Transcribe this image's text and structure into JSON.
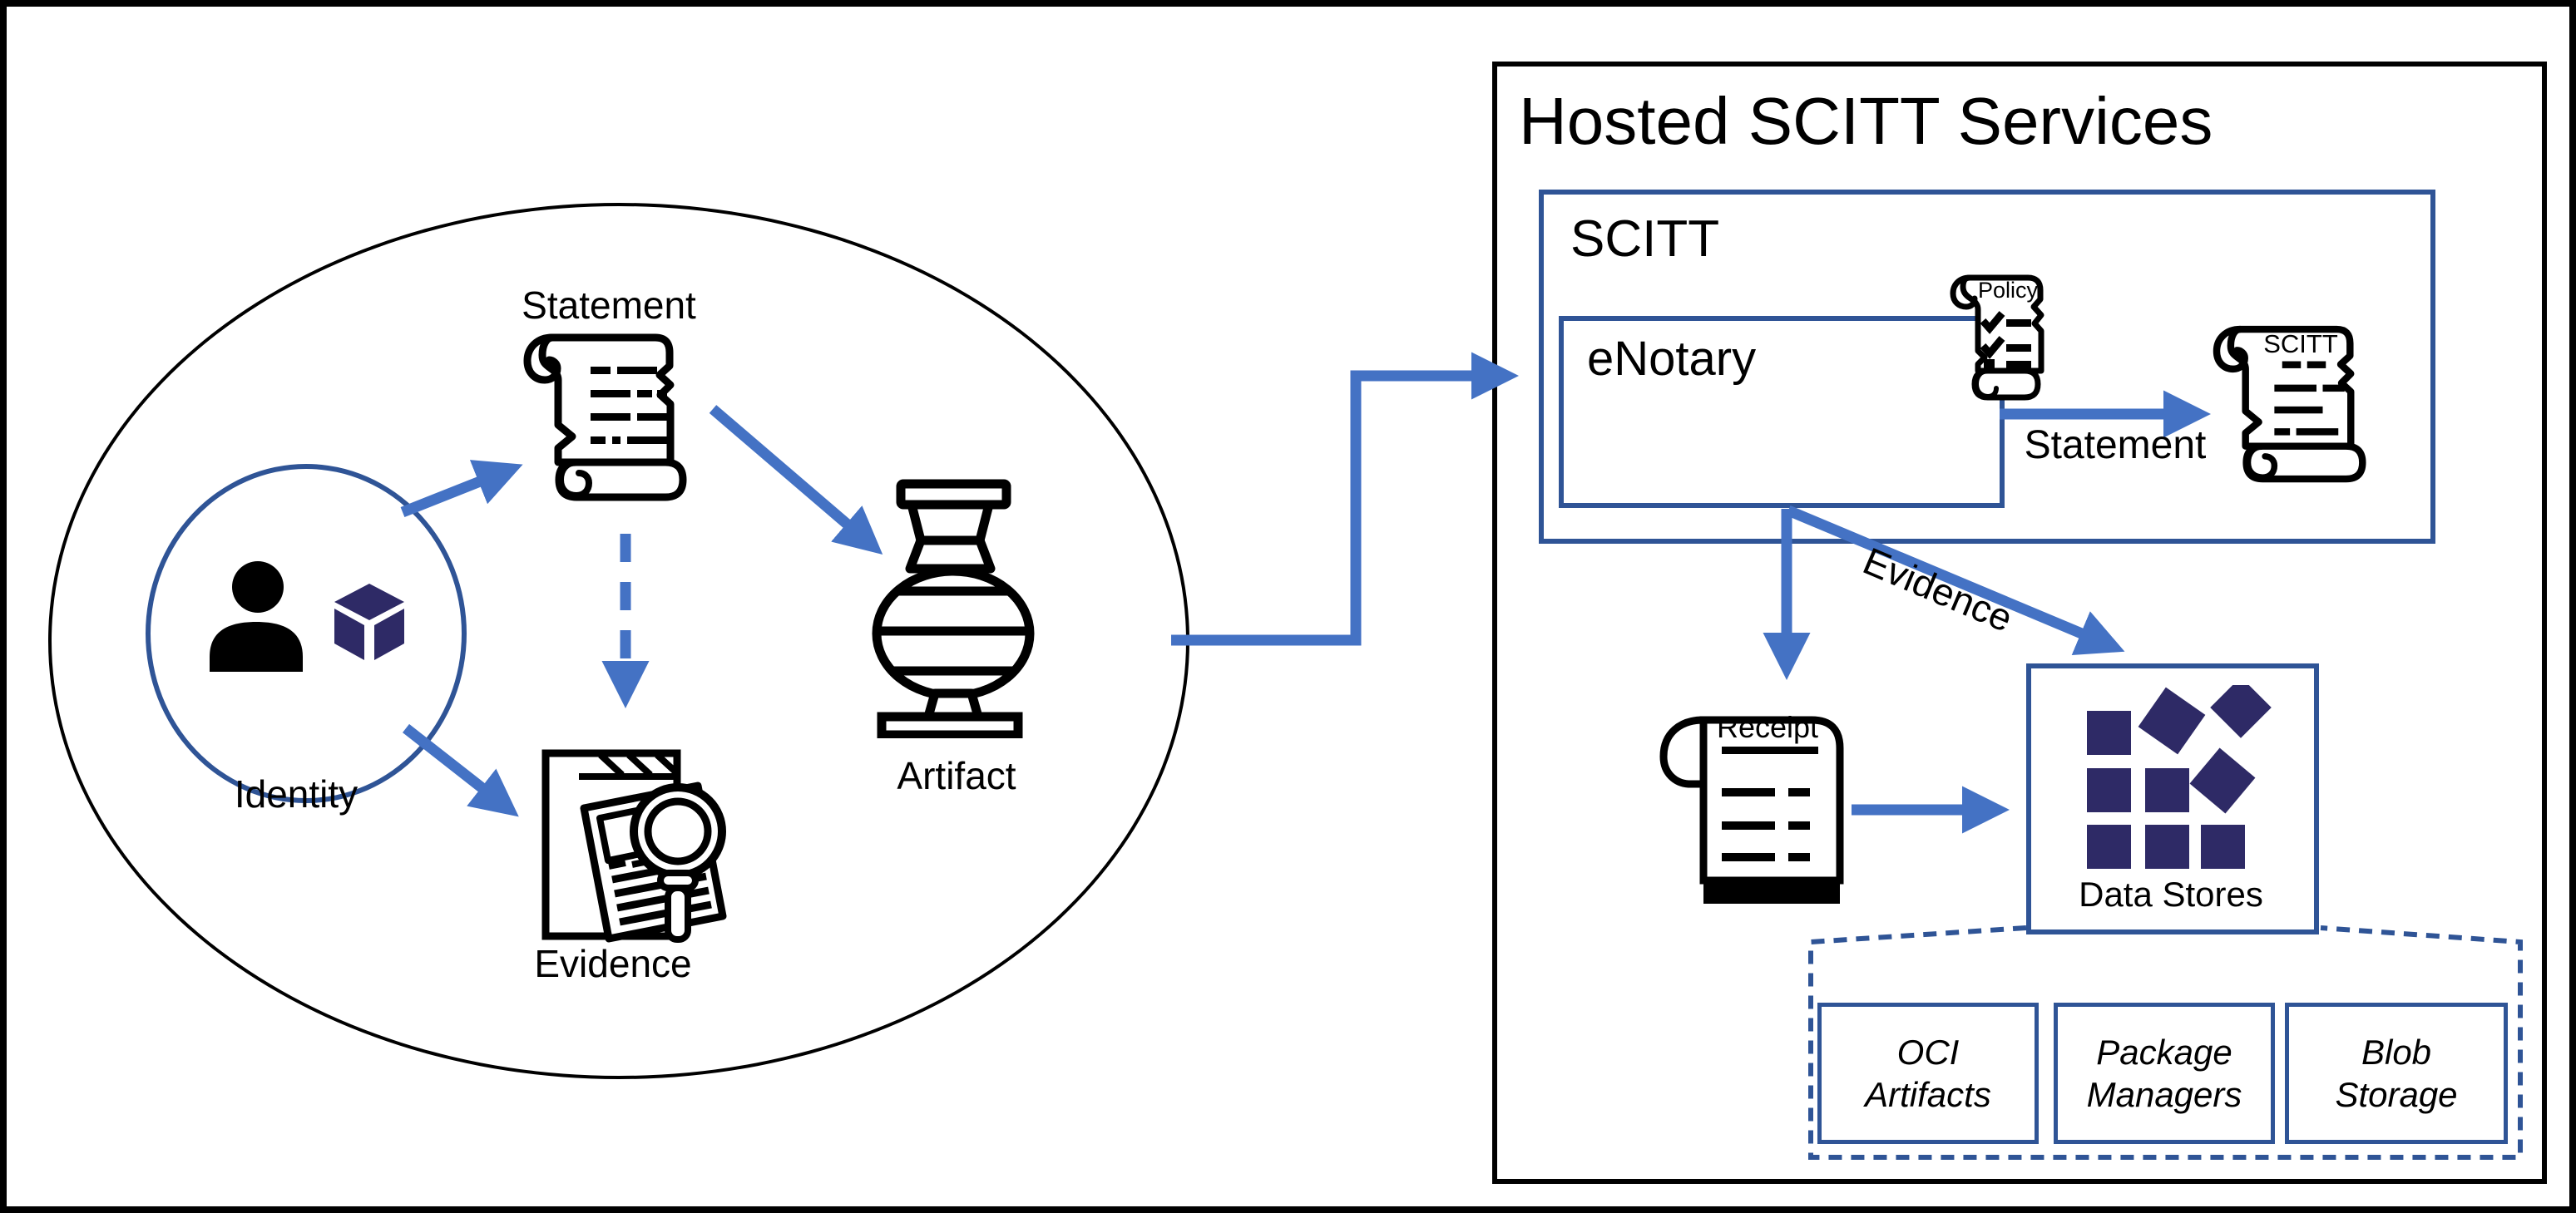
{
  "colors": {
    "arrow": "#4472C4",
    "border": "#2F5496",
    "navy": "#2E2A66"
  },
  "supply_chain": {
    "statement_label": "Statement",
    "identity_label": "Identity",
    "evidence_label": "Evidence",
    "artifact_label": "Artifact"
  },
  "hosted": {
    "title": "Hosted SCITT Services",
    "scitt_box_label": "SCITT",
    "enotary_label": "eNotary",
    "policy_scroll_label": "Policy",
    "statement_arrow_label": "Statement",
    "scitt_scroll_label": "SCITT",
    "evidence_arrow_label": "Evidence",
    "receipt_label": "Receipt",
    "data_stores_label": "Data Stores",
    "stores": [
      {
        "line1": "OCI",
        "line2": "Artifacts"
      },
      {
        "line1": "Package",
        "line2": "Managers"
      },
      {
        "line1": "Blob",
        "line2": "Storage"
      }
    ]
  }
}
